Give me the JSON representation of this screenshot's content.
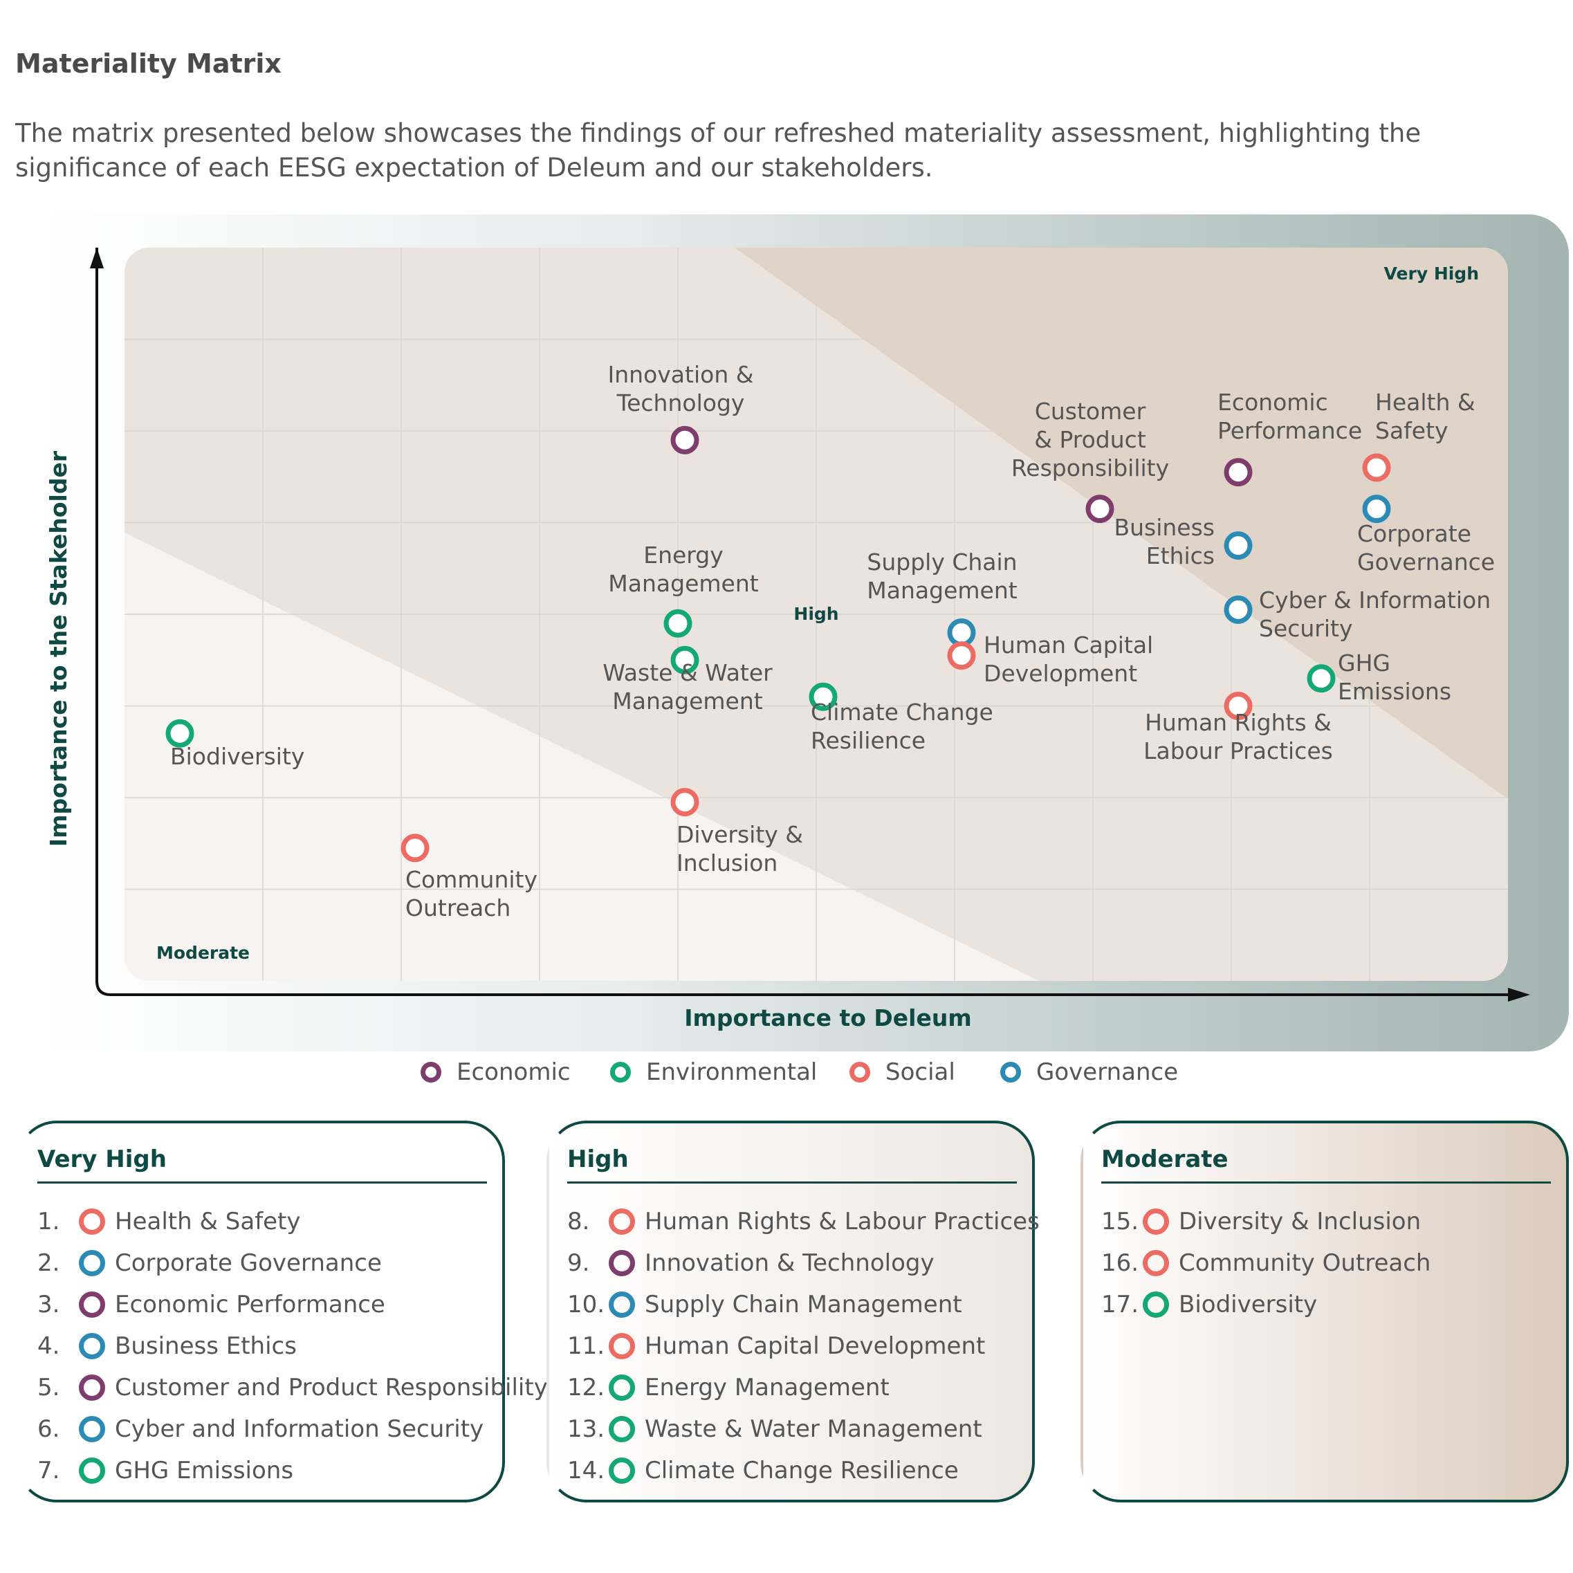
{
  "page": {
    "title": "Materiality Matrix",
    "intro": "The matrix presented below showcases the findings of our refreshed materiality assessment, highlighting the significance of each EESG expectation of Deleum and our stakeholders."
  },
  "colors": {
    "Economic": "#7e3d6d",
    "Environmental": "#14a877",
    "Social": "#ec6b62",
    "Governance": "#2c8bb5",
    "accent": "#0e4a43"
  },
  "chart_data": {
    "type": "scatter",
    "xlabel": "Importance to Deleum",
    "ylabel": "Importance to the Stakeholder",
    "xlim": [
      0,
      10
    ],
    "ylim": [
      0,
      8
    ],
    "grid": true,
    "zones": [
      {
        "name": "Moderate",
        "label": "Moderate"
      },
      {
        "name": "High",
        "label": "High"
      },
      {
        "name": "Very High",
        "label": "Very High"
      }
    ],
    "categories": [
      "Economic",
      "Environmental",
      "Social",
      "Governance"
    ],
    "points": [
      {
        "label": [
          "Innovation &",
          "Technology"
        ],
        "category": "Economic",
        "x": 4.05,
        "y": 5.9
      },
      {
        "label": [
          "Customer",
          "& Product",
          "Responsibility"
        ],
        "category": "Economic",
        "x": 7.05,
        "y": 5.15
      },
      {
        "label": [
          "Economic",
          "Performance"
        ],
        "category": "Economic",
        "x": 8.05,
        "y": 5.55
      },
      {
        "label": [
          "Health &",
          "Safety"
        ],
        "category": "Social",
        "x": 9.05,
        "y": 5.6
      },
      {
        "label": [
          "Corporate",
          "Governance"
        ],
        "category": "Governance",
        "x": 9.05,
        "y": 5.15
      },
      {
        "label": [
          "Business",
          "Ethics"
        ],
        "category": "Governance",
        "x": 8.05,
        "y": 4.75
      },
      {
        "label": [
          "Cyber & Information",
          "Security"
        ],
        "category": "Governance",
        "x": 8.05,
        "y": 4.05
      },
      {
        "label": [
          "Energy",
          "Management"
        ],
        "category": "Environmental",
        "x": 4.0,
        "y": 3.9
      },
      {
        "label": [
          "Waste & Water",
          "Management"
        ],
        "category": "Environmental",
        "x": 4.05,
        "y": 3.5
      },
      {
        "label": [
          "Supply Chain",
          "Management"
        ],
        "category": "Governance",
        "x": 6.05,
        "y": 3.8
      },
      {
        "label": [
          "Human Capital",
          "Development"
        ],
        "category": "Social",
        "x": 6.05,
        "y": 3.55
      },
      {
        "label": [
          "Climate Change",
          "Resilience"
        ],
        "category": "Environmental",
        "x": 5.05,
        "y": 3.1
      },
      {
        "label": [
          "GHG",
          "Emissions"
        ],
        "category": "Environmental",
        "x": 8.65,
        "y": 3.3
      },
      {
        "label": [
          "Human Rights &",
          "Labour Practices"
        ],
        "category": "Social",
        "x": 8.05,
        "y": 3.0
      },
      {
        "label": [
          "Biodiversity"
        ],
        "category": "Environmental",
        "x": 0.4,
        "y": 2.7
      },
      {
        "label": [
          "Diversity &",
          "Inclusion"
        ],
        "category": "Social",
        "x": 4.05,
        "y": 1.95
      },
      {
        "label": [
          "Community",
          "Outreach"
        ],
        "category": "Social",
        "x": 2.1,
        "y": 1.45
      }
    ]
  },
  "legend": [
    {
      "label": "Economic",
      "category": "Economic"
    },
    {
      "label": "Environmental",
      "category": "Environmental"
    },
    {
      "label": "Social",
      "category": "Social"
    },
    {
      "label": "Governance",
      "category": "Governance"
    }
  ],
  "ranking": [
    {
      "heading": "Very High",
      "items": [
        {
          "num": "1.",
          "label": "Health & Safety",
          "category": "Social"
        },
        {
          "num": "2.",
          "label": "Corporate Governance",
          "category": "Governance"
        },
        {
          "num": "3.",
          "label": "Economic Performance",
          "category": "Economic"
        },
        {
          "num": "4.",
          "label": "Business Ethics",
          "category": "Governance"
        },
        {
          "num": "5.",
          "label": "Customer and Product Responsibility",
          "category": "Economic"
        },
        {
          "num": "6.",
          "label": "Cyber and Information Security",
          "category": "Governance"
        },
        {
          "num": "7.",
          "label": "GHG Emissions",
          "category": "Environmental"
        }
      ]
    },
    {
      "heading": "High",
      "items": [
        {
          "num": "8.",
          "label": "Human Rights & Labour Practices",
          "category": "Social"
        },
        {
          "num": "9.",
          "label": "Innovation & Technology",
          "category": "Economic"
        },
        {
          "num": "10.",
          "label": "Supply Chain Management",
          "category": "Governance"
        },
        {
          "num": "11.",
          "label": "Human Capital Development",
          "category": "Social"
        },
        {
          "num": "12.",
          "label": "Energy Management",
          "category": "Environmental"
        },
        {
          "num": "13.",
          "label": "Waste & Water Management",
          "category": "Environmental"
        },
        {
          "num": "14.",
          "label": "Climate Change Resilience",
          "category": "Environmental"
        }
      ]
    },
    {
      "heading": "Moderate",
      "items": [
        {
          "num": "15.",
          "label": "Diversity & Inclusion",
          "category": "Social"
        },
        {
          "num": "16.",
          "label": "Community Outreach",
          "category": "Social"
        },
        {
          "num": "17.",
          "label": "Biodiversity",
          "category": "Environmental"
        }
      ]
    }
  ]
}
